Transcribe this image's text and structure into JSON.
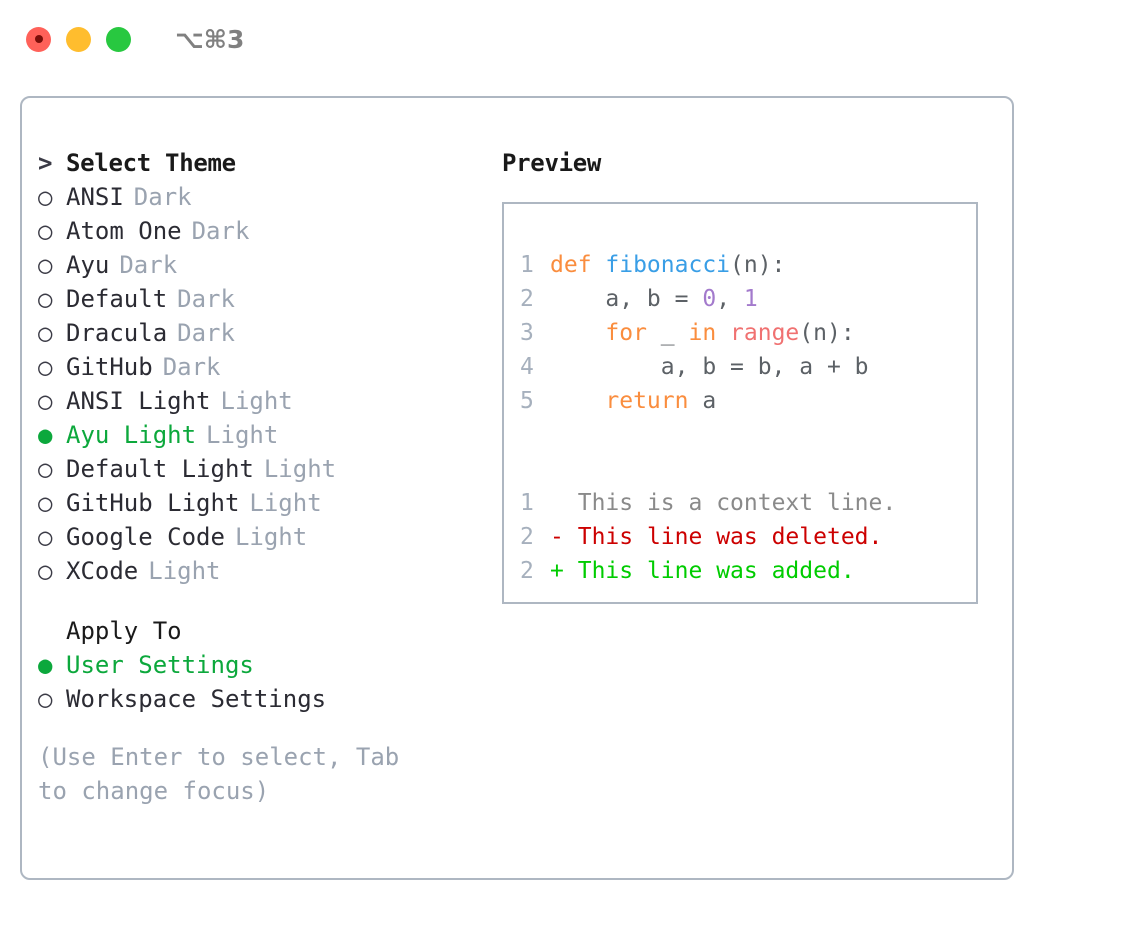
{
  "titlebar": {
    "shortcut": "⌥⌘3",
    "lights": [
      {
        "name": "close",
        "color": "#ff6159"
      },
      {
        "name": "minimize",
        "color": "#ffbd2e"
      },
      {
        "name": "maximize",
        "color": "#28c840"
      }
    ]
  },
  "colors": {
    "accent_green": "#0ca83c",
    "muted": "#9aa3b0",
    "border": "#aeb7c2",
    "keyword": "#fa8d3e",
    "function": "#399ee6",
    "number": "#a37acc",
    "call": "#f07171",
    "diff_deleted": "#cc0000",
    "diff_added": "#00cc00"
  },
  "theme_list": {
    "header": "Select Theme",
    "header_marker": ">",
    "marker_unselected": "○",
    "marker_selected": "●",
    "items": [
      {
        "name": "ANSI",
        "variant": "Dark",
        "selected": false
      },
      {
        "name": "Atom One",
        "variant": "Dark",
        "selected": false
      },
      {
        "name": "Ayu",
        "variant": "Dark",
        "selected": false
      },
      {
        "name": "Default",
        "variant": "Dark",
        "selected": false
      },
      {
        "name": "Dracula",
        "variant": "Dark",
        "selected": false
      },
      {
        "name": "GitHub",
        "variant": "Dark",
        "selected": false
      },
      {
        "name": "ANSI Light",
        "variant": "Light",
        "selected": false
      },
      {
        "name": "Ayu Light",
        "variant": "Light",
        "selected": true
      },
      {
        "name": "Default Light",
        "variant": "Light",
        "selected": false
      },
      {
        "name": "GitHub Light",
        "variant": "Light",
        "selected": false
      },
      {
        "name": "Google Code",
        "variant": "Light",
        "selected": false
      },
      {
        "name": "XCode",
        "variant": "Light",
        "selected": false
      }
    ]
  },
  "apply_to": {
    "header": "Apply To",
    "items": [
      {
        "name": "User Settings",
        "selected": true
      },
      {
        "name": "Workspace Settings",
        "selected": false
      }
    ]
  },
  "hint": "(Use Enter to select, Tab to change focus)",
  "preview": {
    "title": "Preview",
    "code_lines": [
      {
        "number": "1",
        "tokens": [
          {
            "text": "def ",
            "type": "kw"
          },
          {
            "text": "fibonacci",
            "type": "fn"
          },
          {
            "text": "(n):",
            "type": "txt"
          }
        ]
      },
      {
        "number": "2",
        "tokens": [
          {
            "text": "    a, b = ",
            "type": "txt"
          },
          {
            "text": "0",
            "type": "num"
          },
          {
            "text": ", ",
            "type": "txt"
          },
          {
            "text": "1",
            "type": "num"
          }
        ]
      },
      {
        "number": "3",
        "tokens": [
          {
            "text": "    ",
            "type": "txt"
          },
          {
            "text": "for",
            "type": "kw"
          },
          {
            "text": " _ ",
            "type": "txt"
          },
          {
            "text": "in",
            "type": "kw"
          },
          {
            "text": " ",
            "type": "txt"
          },
          {
            "text": "range",
            "type": "call"
          },
          {
            "text": "(n):",
            "type": "txt"
          }
        ]
      },
      {
        "number": "4",
        "tokens": [
          {
            "text": "        a, b = b, a + b",
            "type": "txt"
          }
        ]
      },
      {
        "number": "5",
        "tokens": [
          {
            "text": "    ",
            "type": "txt"
          },
          {
            "text": "return",
            "type": "kw"
          },
          {
            "text": " a",
            "type": "txt"
          }
        ]
      }
    ],
    "diff_lines": [
      {
        "number": "1",
        "sign": " ",
        "text": "This is a context line.",
        "type": "ctx"
      },
      {
        "number": "2",
        "sign": "-",
        "text": "This line was deleted.",
        "type": "del"
      },
      {
        "number": "2",
        "sign": "+",
        "text": "This line was added.",
        "type": "add"
      }
    ]
  }
}
